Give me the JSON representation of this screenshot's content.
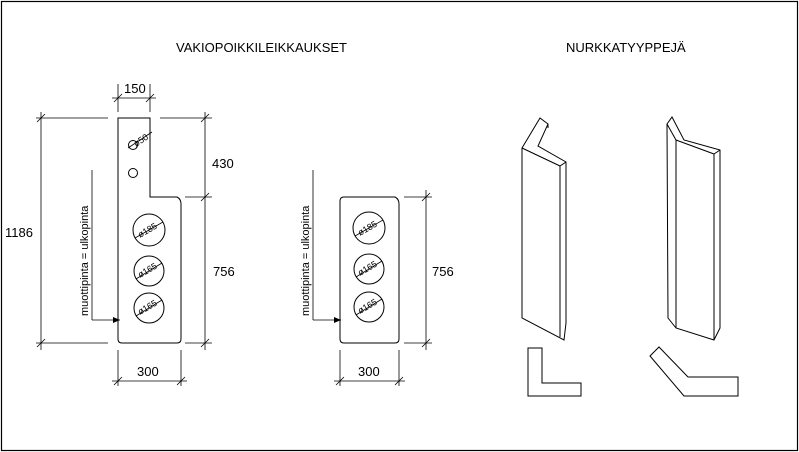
{
  "headings": {
    "standard_sections": "VAKIOPOIKKILEIKKAUKSET",
    "corner_types": "NURKKATYYPPEJÄ"
  },
  "section_a": {
    "width_top": "150",
    "width_bottom": "300",
    "height_total": "1186",
    "height_top": "430",
    "height_bottom": "756",
    "hole_small": "ø50",
    "holes": [
      "ø185",
      "ø165",
      "ø165"
    ],
    "side_note": "muottipinta = ulkopinta"
  },
  "section_b": {
    "width_bottom": "300",
    "height": "756",
    "holes": [
      "ø185",
      "ø165",
      "ø165"
    ],
    "side_note": "muottipinta = ulkopinta"
  }
}
